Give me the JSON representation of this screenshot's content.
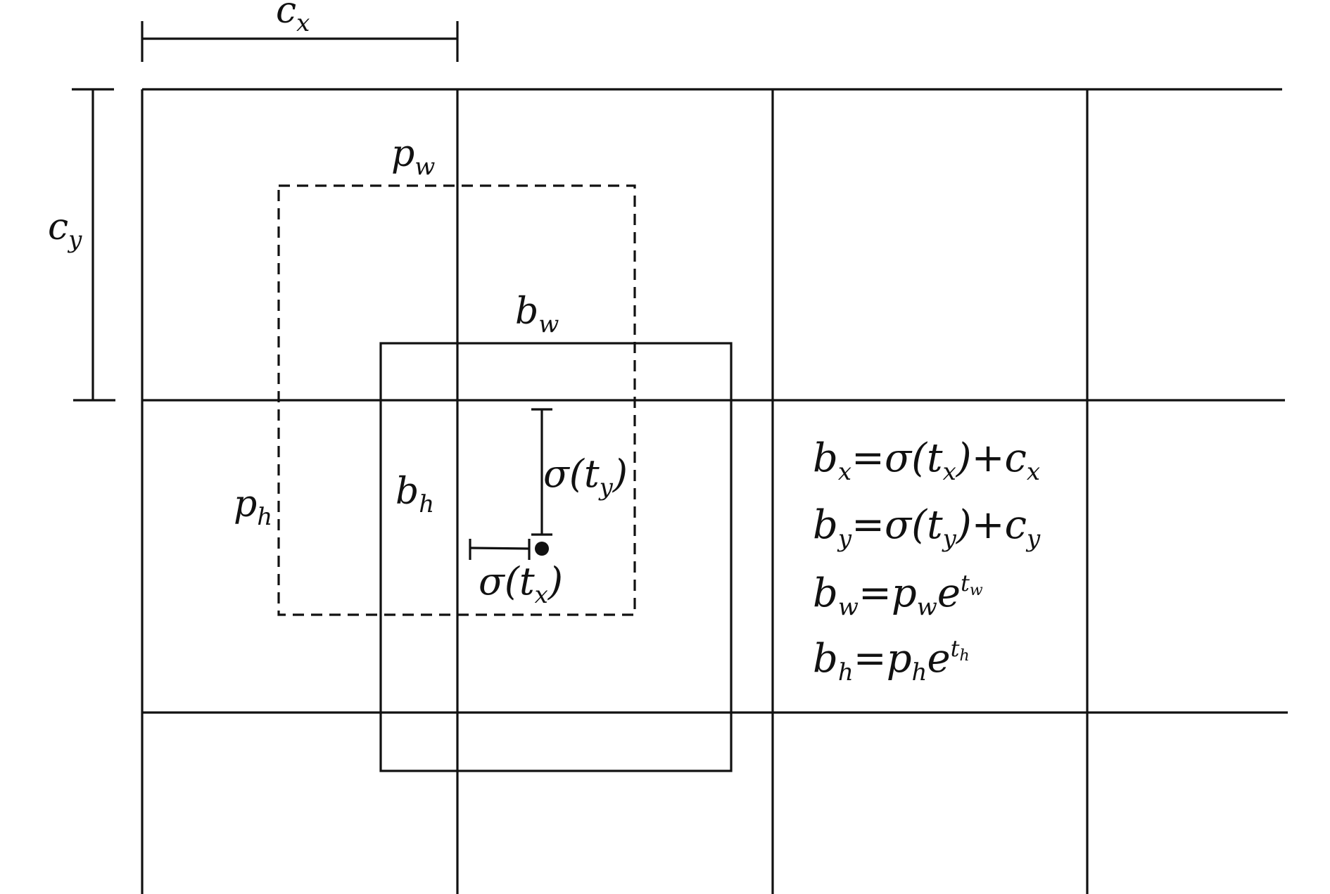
{
  "labels": {
    "cx": {
      "base": "c",
      "sub": "x"
    },
    "cy": {
      "base": "c",
      "sub": "y"
    },
    "pw": {
      "base": "p",
      "sub": "w"
    },
    "ph": {
      "base": "p",
      "sub": "h"
    },
    "bw": {
      "base": "b",
      "sub": "w"
    },
    "bh": {
      "base": "b",
      "sub": "h"
    },
    "sigma_ty": {
      "pre": "σ(",
      "base": "t",
      "sub": "y",
      "post": ")"
    },
    "sigma_tx": {
      "pre": "σ(",
      "base": "t",
      "sub": "x",
      "post": ")"
    }
  },
  "equations": {
    "bx": {
      "lhs": "b",
      "lhs_sub": "x",
      "eq": "=",
      "f": "σ(",
      "t": "t",
      "t_sub": "x",
      "close": ")",
      "plus": "+",
      "c": "c",
      "c_sub": "x"
    },
    "by": {
      "lhs": "b",
      "lhs_sub": "y",
      "eq": "=",
      "f": "σ(",
      "t": "t",
      "t_sub": "y",
      "close": ")",
      "plus": "+",
      "c": "c",
      "c_sub": "y"
    },
    "bw": {
      "lhs": "b",
      "lhs_sub": "w",
      "eq": "=",
      "p": "p",
      "p_sub": "w",
      "e": "e",
      "exp": "t",
      "exp_sub": "w"
    },
    "bh": {
      "lhs": "b",
      "lhs_sub": "h",
      "eq": "=",
      "p": "p",
      "p_sub": "h",
      "e": "e",
      "exp": "t",
      "exp_sub": "h"
    }
  }
}
